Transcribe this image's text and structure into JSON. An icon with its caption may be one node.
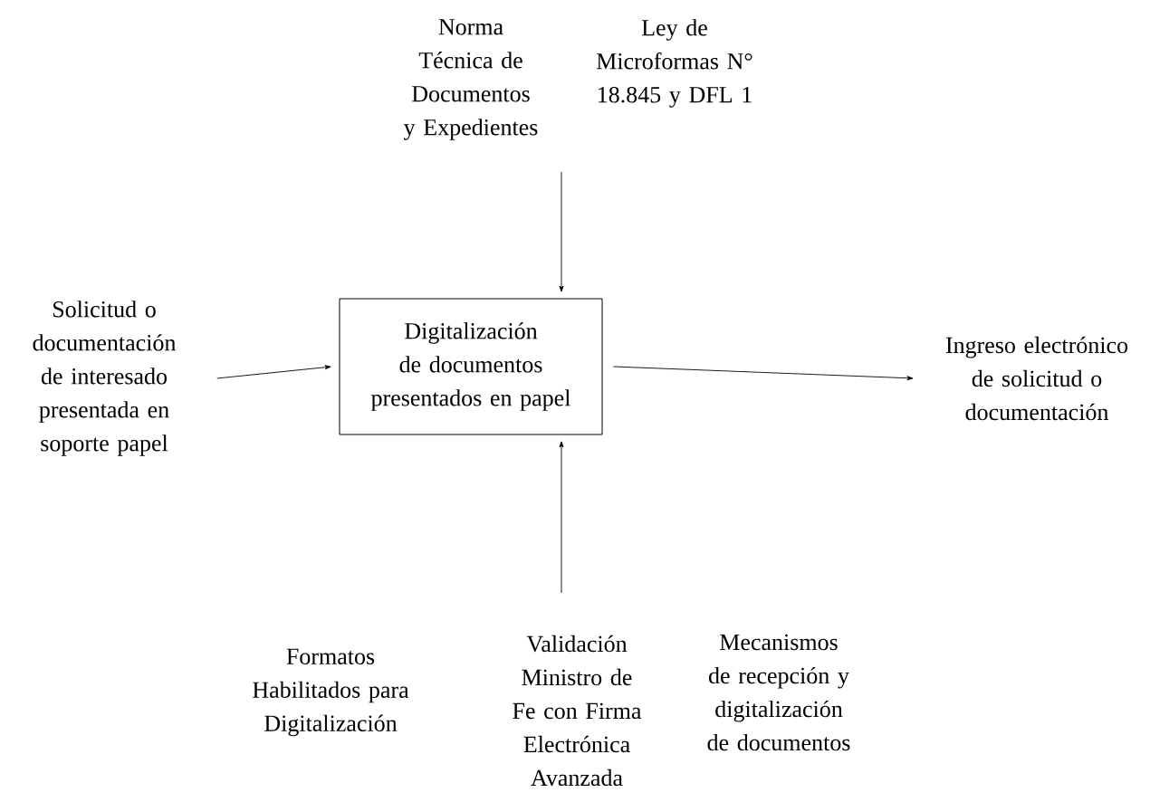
{
  "diagram": {
    "nodes": [
      {
        "text": [
          "Solicitud o documentación de interesado presentada en soporte papel"
        ]
      },
      {
        "text": [
          "Digitalización de documentos presentados en papel"
        ]
      },
      {
        "text": [
          "Ingreso electrónico de solicitud o documentación"
        ]
      }
    ],
    "edges": [
      {
        "from": 0,
        "to": 1,
        "arrow": "to"
      },
      {
        "from": 1,
        "to": 2,
        "arrow": "to"
      },
      {
        "from": null,
        "to": 1,
        "arrow": "to"
      },
      {
        "from": null,
        "to": 1,
        "arrow": "to"
      }
    ],
    "labels": [
      "Norma Técnica de Documentos y Expedientes",
      "Ley de Microformas N° 18.845 y DFL 1",
      "Formatos Habilitados para Digitalización",
      "Validación Ministro de Fe con Firma Electrónica Avanzada",
      "Mecanismos de recepción y digitalización de documentos"
    ]
  }
}
